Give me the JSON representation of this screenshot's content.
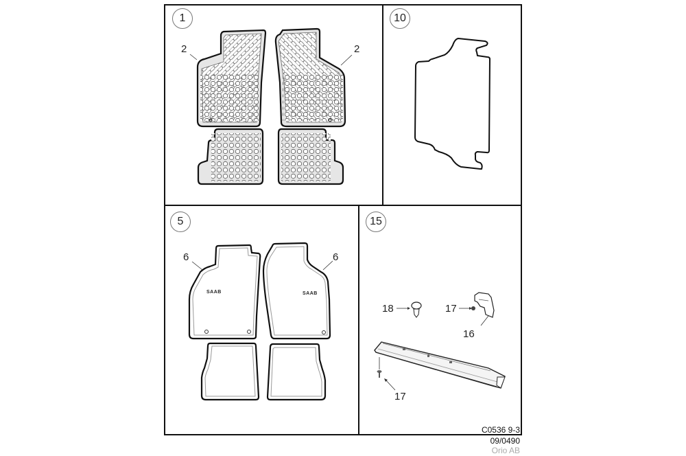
{
  "diagram": {
    "panels": [
      {
        "id": "panel-1",
        "number": "1",
        "description": "Rubber floor mats, front and rear, with SAAB logo",
        "callouts": [
          {
            "label": "2"
          },
          {
            "label": "2"
          }
        ]
      },
      {
        "id": "panel-10",
        "number": "10",
        "description": "Luggage compartment mat outline"
      },
      {
        "id": "panel-5",
        "number": "5",
        "description": "Textile floor mats, front and rear, with SAAB logo",
        "callouts": [
          {
            "label": "6"
          },
          {
            "label": "6"
          }
        ]
      },
      {
        "id": "panel-15",
        "number": "15",
        "description": "Sill/trim rail with fasteners",
        "callouts": [
          {
            "label": "18"
          },
          {
            "label": "17"
          },
          {
            "label": "16"
          },
          {
            "label": "17"
          }
        ]
      }
    ],
    "logo_text": "SAAB",
    "footer": {
      "ref": "C0536 9-3",
      "code": "09/0490",
      "copyright": "Orio AB"
    }
  },
  "colors": {
    "line": "#111111",
    "mat_fill": "#e6e6e6",
    "badge_border": "#777777",
    "copyright": "#aaaaaa"
  }
}
